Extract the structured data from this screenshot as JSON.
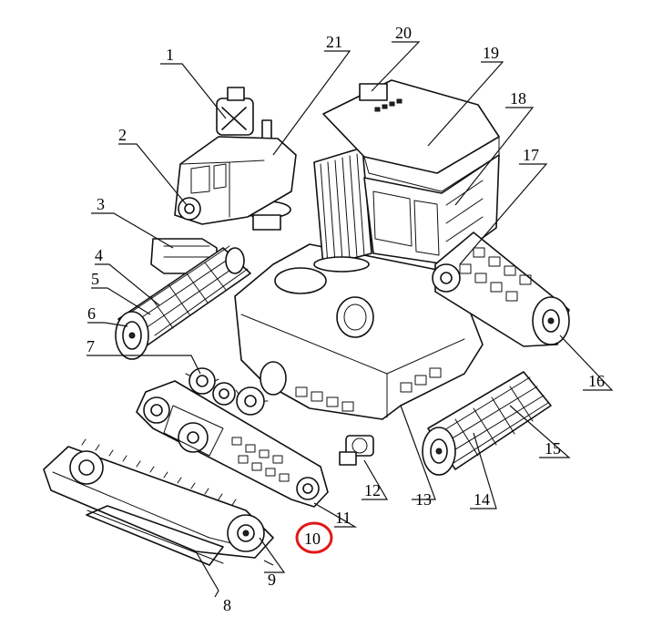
{
  "diagram": {
    "callouts": [
      {
        "id": "c1",
        "label": "1"
      },
      {
        "id": "c2",
        "label": "2"
      },
      {
        "id": "c3",
        "label": "3"
      },
      {
        "id": "c4",
        "label": "4"
      },
      {
        "id": "c5",
        "label": "5"
      },
      {
        "id": "c6",
        "label": "6"
      },
      {
        "id": "c7",
        "label": "7"
      },
      {
        "id": "c8",
        "label": "8"
      },
      {
        "id": "c9",
        "label": "9"
      },
      {
        "id": "c10",
        "label": "10"
      },
      {
        "id": "c11",
        "label": "11"
      },
      {
        "id": "c12",
        "label": "12"
      },
      {
        "id": "c13",
        "label": "13"
      },
      {
        "id": "c14",
        "label": "14"
      },
      {
        "id": "c15",
        "label": "15"
      },
      {
        "id": "c16",
        "label": "16"
      },
      {
        "id": "c17",
        "label": "17"
      },
      {
        "id": "c18",
        "label": "18"
      },
      {
        "id": "c19",
        "label": "19"
      },
      {
        "id": "c20",
        "label": "20"
      },
      {
        "id": "c21",
        "label": "21"
      }
    ],
    "highlighted_callout": "10",
    "highlight_color": "#e01919",
    "line_color": "#111111"
  }
}
